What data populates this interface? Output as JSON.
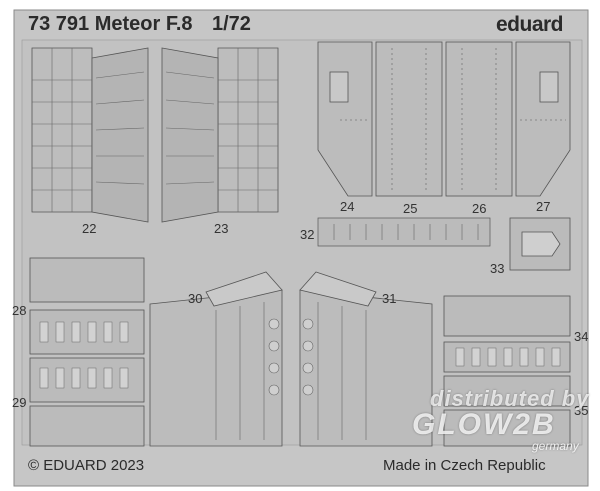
{
  "header": {
    "title": "73 791 Meteor F.8",
    "scale": "1/72",
    "brand": "eduard"
  },
  "footer": {
    "copyright": "© EDUARD 2023",
    "origin": "Made in Czech Republic"
  },
  "part_numbers": [
    "22",
    "23",
    "24",
    "25",
    "26",
    "27",
    "28",
    "29",
    "30",
    "31",
    "32",
    "33",
    "34",
    "35"
  ],
  "watermark": {
    "line1": "distributed by",
    "line2": "GLOW2B",
    "line3": "germany"
  },
  "colors": {
    "fret": "#c8c8c8",
    "part": "#b9b9b9",
    "outline": "#5a5a5a",
    "text": "#2b2b2b"
  }
}
